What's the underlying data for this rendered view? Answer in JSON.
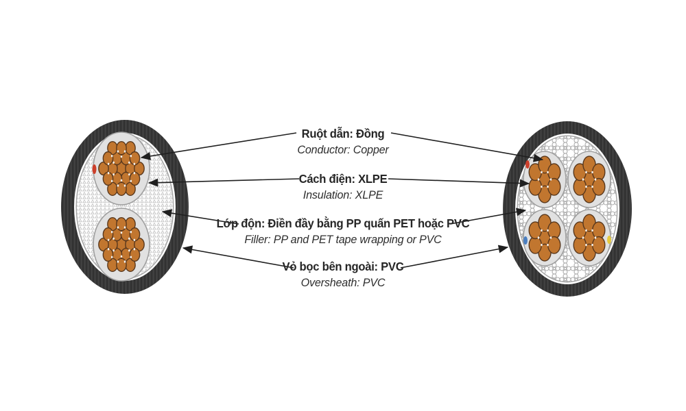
{
  "diagram": {
    "type": "cable-cross-section",
    "left_cable": {
      "cores": 2
    },
    "right_cable": {
      "cores": 4
    }
  },
  "labels": [
    {
      "vi": "Ruột dẫn: Đồng",
      "en": "Conductor: Copper"
    },
    {
      "vi": "Cách điện: XLPE",
      "en": "Insulation: XLPE"
    },
    {
      "vi": "Lớp độn: Điền đầy bằng PP quấn PET hoặc PVC",
      "en": "Filler: PP and PET tape wrapping or PVC"
    },
    {
      "vi": "Vỏ bọc bên ngoài: PVC",
      "en": "Oversheath: PVC"
    }
  ],
  "colors": {
    "background": "#ffffff",
    "sheath": "#3a3a3a",
    "sheath_stripe": "rgba(0,0,0,0.18)",
    "tape_white_ring": "#ffffff",
    "tape_gray_ring": "#a6a6a6",
    "filler_mesh_line": "#c6c6c6",
    "filler_quatrefoil_line": "#adadad",
    "insulation_fill": "#e1e1e1",
    "insulation_edge": "#9f9f9f",
    "copper": "#c1762f",
    "copper_outline": "#58381e",
    "junction_dot": "#f4f2ee",
    "leader_line": "#1f1f1f",
    "text": "#262626",
    "core_mark_red": "#cc3f2b",
    "core_mark_blue": "#4a7fc1",
    "core_mark_yellow": "#e4c93e"
  }
}
